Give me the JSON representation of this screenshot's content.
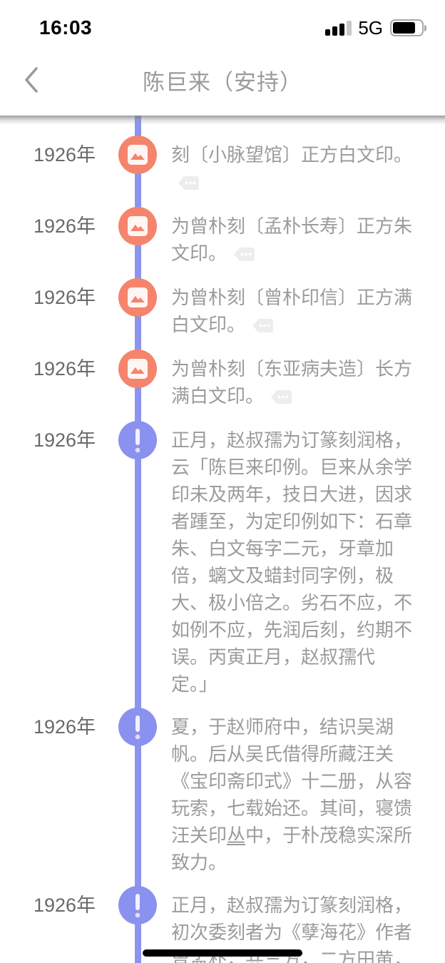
{
  "status_bar": {
    "time": "16:03",
    "network": "5G",
    "signal_filled_bars": 3,
    "signal_total_bars": 4,
    "battery_percent": 80
  },
  "nav": {
    "title": "陈巨来（安持）"
  },
  "timeline": {
    "colors": {
      "line": "#8D94F0",
      "image_node": "#F5846C",
      "alert_node": "#8A91EE",
      "year_text": "#69696b",
      "body_text": "#9b9b9b",
      "badge_bg": "#ededed"
    },
    "entries": [
      {
        "year": "1926年",
        "node_type": "image",
        "text": "刻〔小脉望馆〕正方白文印。",
        "badge": true,
        "underline": []
      },
      {
        "year": "1926年",
        "node_type": "image",
        "text": "为曾朴刻〔孟朴长寿〕正方朱\n文印。",
        "badge": true,
        "underline": []
      },
      {
        "year": "1926年",
        "node_type": "image",
        "text": "为曾朴刻〔曾朴印信〕正方满\n白文印。",
        "badge": true,
        "underline": []
      },
      {
        "year": "1926年",
        "node_type": "image",
        "text": "为曾朴刻〔东亚病夫造〕长方\n满白文印。",
        "badge": true,
        "underline": []
      },
      {
        "year": "1926年",
        "node_type": "alert",
        "text": "正月，赵叔孺为订篆刻润格，\n云「陈巨来印例。巨来从余学\n印未及两年，技日大进，因求\n者踵至，为定印例如下：石章\n朱、白文每字二元，牙章加\n倍，螭文及蜡封同字例，极\n大、极小倍之。劣石不应，不\n如例不应，先润后刻，约期不\n误。丙寅正月，赵叔孺代\n定。」",
        "badge": false,
        "underline": []
      },
      {
        "year": "1926年",
        "node_type": "alert",
        "text": "夏，于赵师府中，结识吴湖\n帆。后从吴氏借得所藏汪关\n《宝印斋印式》十二册，从容\n玩索，七载始还。其间，寝馈\n汪关印丛中，于朴茂稳实深所\n致力。",
        "badge": false,
        "underline": [
          "丛"
        ]
      },
      {
        "year": "1926年",
        "node_type": "alert",
        "text": "正月，赵叔孺为订篆刻润格，\n初次委刻者为《孽海花》作者\n曾孟朴，共三方，二方田黄，\n一方鸡血，皆佳质。",
        "badge": false,
        "underline": [
          "曾孟朴，共三方"
        ]
      }
    ]
  }
}
